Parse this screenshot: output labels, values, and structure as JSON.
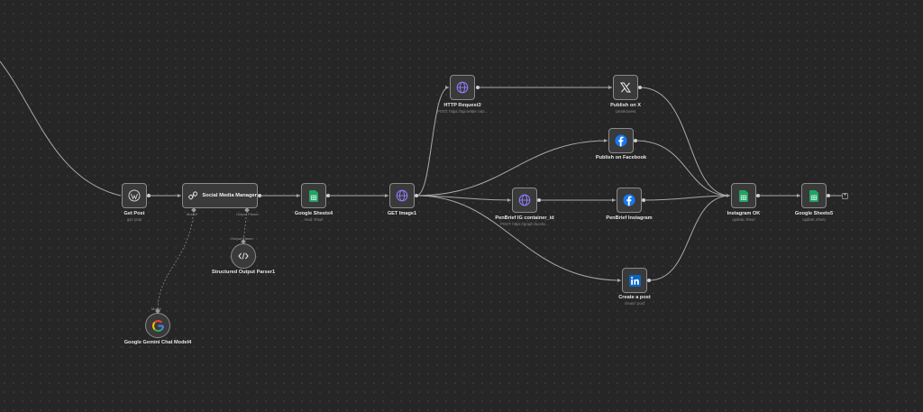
{
  "nodes": {
    "get_post": {
      "title": "Get Post",
      "sub": "get: post",
      "icon": "wordpress-icon"
    },
    "social_media_manager": {
      "title": "Social Media Manager",
      "icon": "agent-link-icon",
      "port_model": "Model*",
      "port_parser": "Output Parser"
    },
    "google_sheets4": {
      "title": "Google Sheets4",
      "sub": "read: sheet",
      "icon": "google-sheets-icon"
    },
    "get_image1": {
      "title": "GET Image1",
      "icon": "globe-icon"
    },
    "http_request3": {
      "title": "HTTP Request3",
      "sub": "POST: https://api.twitter.com...",
      "icon": "globe-icon"
    },
    "publish_on_x": {
      "title": "Publish on X",
      "sub": "create:tweet",
      "icon": "x-icon"
    },
    "publish_on_facebook": {
      "title": "Publish on Facebook",
      "icon": "facebook-icon"
    },
    "penbrief_ig_container": {
      "title": "PenBrief IG container_id",
      "sub": "POST: https://graph.facebo...",
      "icon": "globe-icon"
    },
    "penbrief_instagram": {
      "title": "PenBrief Instagram",
      "icon": "facebook-icon"
    },
    "create_a_post": {
      "title": "Create a post",
      "sub": "create: post",
      "icon": "linkedin-icon"
    },
    "instagram_ok": {
      "title": "Instagram OK",
      "sub": "update: sheet",
      "icon": "google-sheets-icon"
    },
    "google_sheets5": {
      "title": "Google Sheets5",
      "sub": "update: sheet",
      "icon": "google-sheets-icon"
    },
    "structured_output_parser1": {
      "title": "Structured Output Parser1",
      "port_label": "Output Parser",
      "icon": "code-icon"
    },
    "google_gemini_chat_model4": {
      "title": "Google Gemini Chat Model4",
      "port_label": "Model",
      "icon": "google-g-icon"
    }
  },
  "end_button": "+",
  "colors": {
    "background": "#262626",
    "node_fill": "#3a3a3a",
    "node_border": "#8a8a8a",
    "edge": "#a8a8a8",
    "sheets_green": "#1fa463",
    "facebook_blue": "#1877f2",
    "linkedin_blue": "#0a66c2",
    "globe_purple": "#8b7cf6"
  }
}
